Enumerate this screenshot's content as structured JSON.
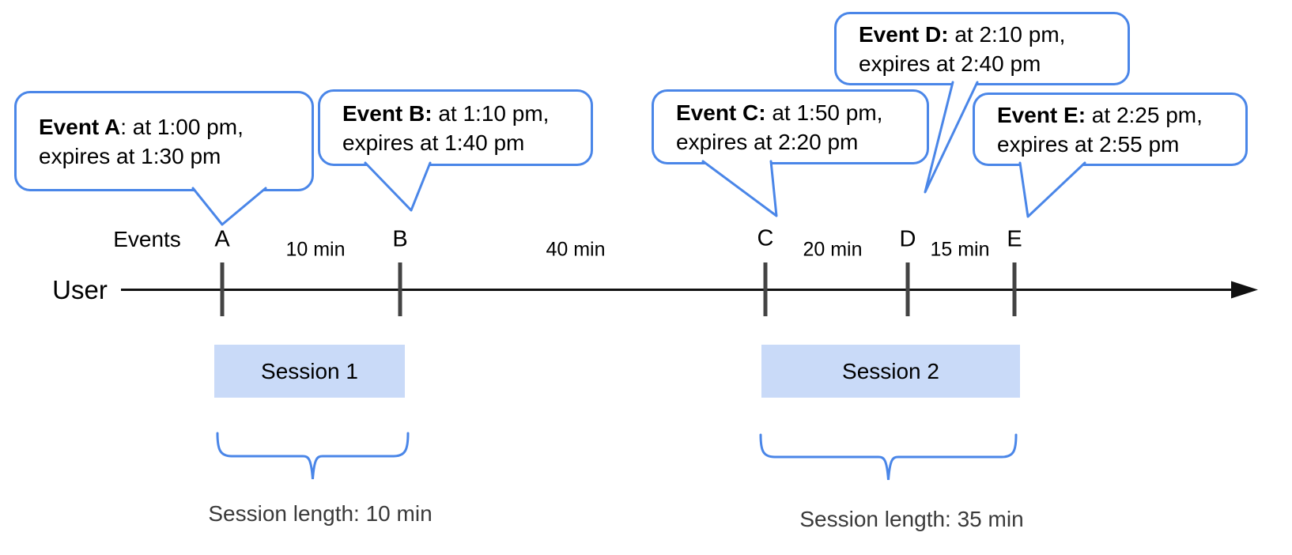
{
  "diagram": {
    "callouts": [
      {
        "letter": "A",
        "bold": "Event A",
        "rest": ": at 1:00 pm,",
        "line2": "expires at 1:30 pm"
      },
      {
        "letter": "B",
        "bold": "Event B:",
        "rest": " at 1:10 pm,",
        "line2": "expires at 1:40 pm"
      },
      {
        "letter": "C",
        "bold": "Event C:",
        "rest": " at 1:50 pm,",
        "line2": "expires at 2:20 pm"
      },
      {
        "letter": "D",
        "bold": "Event D:",
        "rest": " at 2:10 pm,",
        "line2": "expires at 2:40 pm"
      },
      {
        "letter": "E",
        "bold": "Event E:",
        "rest": " at 2:25 pm,",
        "line2": "expires at 2:55 pm"
      }
    ],
    "timeline": {
      "events_label": "Events",
      "row_label": "User",
      "event_letters": [
        "A",
        "B",
        "C",
        "D",
        "E"
      ],
      "gaps": [
        "10 min",
        "40 min",
        "20 min",
        "15 min"
      ]
    },
    "sessions": [
      {
        "label": "Session 1",
        "length_label": "Session length: 10 min"
      },
      {
        "label": "Session 2",
        "length_label": "Session length: 35 min"
      }
    ],
    "colors": {
      "accent_blue": "#4a86e8",
      "session_fill": "#c9daf8",
      "tick_gray": "#434343",
      "line_black": "#111111",
      "length_text": "#3a3a3a"
    }
  }
}
